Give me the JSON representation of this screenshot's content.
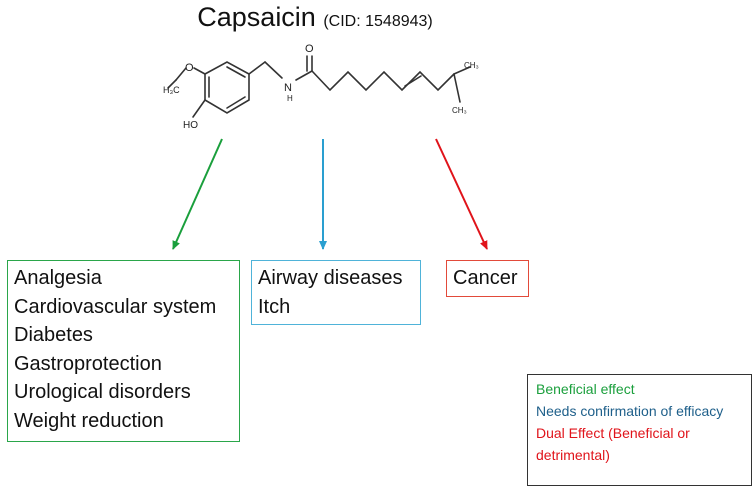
{
  "title": {
    "compound": "Capsaicin",
    "cid": "(CID: 1548943)"
  },
  "structure_labels": {
    "methyl_group": "H₃C",
    "hydroxyl": "HO",
    "amide_nh": "N",
    "amide_h": "H",
    "carbonyl_o": "O",
    "terminal_methyl_1": "CH₃",
    "terminal_methyl_2": "CH₃"
  },
  "boxes": {
    "beneficial": [
      "Analgesia",
      "Cardiovascular system",
      "Diabetes",
      "Gastroprotection",
      "Urological disorders",
      "Weight reduction"
    ],
    "needs_confirmation": [
      "Airway diseases",
      "Itch"
    ],
    "dual": [
      "Cancer"
    ]
  },
  "legend": {
    "beneficial": "Beneficial effect",
    "needs_confirmation": "Needs confirmation of efficacy",
    "dual": "Dual Effect (Beneficial or detrimental)"
  },
  "colors": {
    "beneficial": "#1a9f3c",
    "needs_confirmation": "#2a9fd0",
    "dual": "#e0131a"
  }
}
